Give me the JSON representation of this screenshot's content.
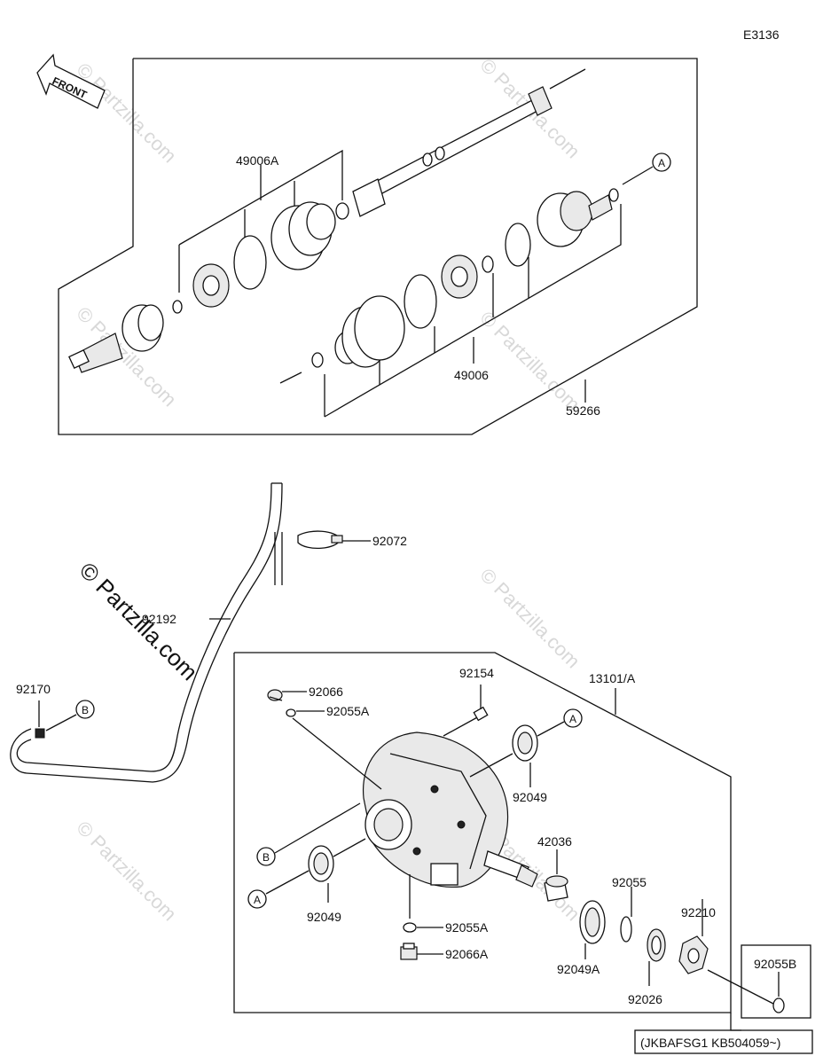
{
  "diagram_code": "E3136",
  "front_label": "FRONT",
  "watermark": "© Partzilla.com",
  "callouts": {
    "boot_kit_a": "49006A",
    "boot_kit": "49006",
    "drive_shaft": "59266",
    "clamp": "92072",
    "breather_hose": "92192",
    "hose_clip": "92170",
    "case_assembly": "13101/A",
    "bolt": "92154",
    "plug": "92066",
    "o_ring_top": "92055A",
    "oil_seal_upper": "92049",
    "oil_seal_lower": "92049",
    "bushing": "42036",
    "o_ring_mid": "92055",
    "nut": "92210",
    "o_ring_bottom": "92055A",
    "drain_plug": "92066A",
    "oil_seal_pinion": "92049A",
    "washer": "92026",
    "o_ring_b": "92055B",
    "serial_note": "(JKBAFSG1  KB504059~)"
  },
  "markers": {
    "a": "A",
    "b": "B"
  }
}
